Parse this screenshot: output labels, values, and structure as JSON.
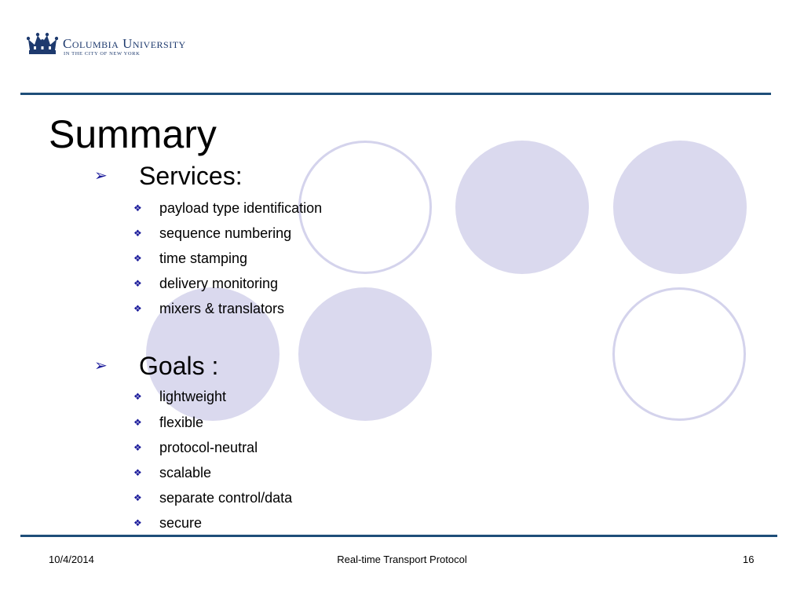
{
  "logo": {
    "name": "Columbia University",
    "subtitle": "IN THE CITY OF NEW YORK",
    "icon": "crown-icon",
    "color": "#1e3a6e"
  },
  "colors": {
    "rule": "#1e4e79",
    "circle_fill": "#dad9ee",
    "bullet": "#1a1a9a"
  },
  "slide": {
    "title": "Summary",
    "sections": [
      {
        "heading": "Services:",
        "items": [
          "payload type identification",
          "sequence numbering",
          "time stamping",
          "delivery monitoring",
          "mixers & translators"
        ]
      },
      {
        "heading": "Goals :",
        "items": [
          "lightweight",
          "flexible",
          "protocol-neutral",
          "scalable",
          "separate control/data",
          "secure"
        ]
      }
    ]
  },
  "footer": {
    "date": "10/4/2014",
    "center": "Real-time Transport Protocol",
    "page": "16"
  }
}
